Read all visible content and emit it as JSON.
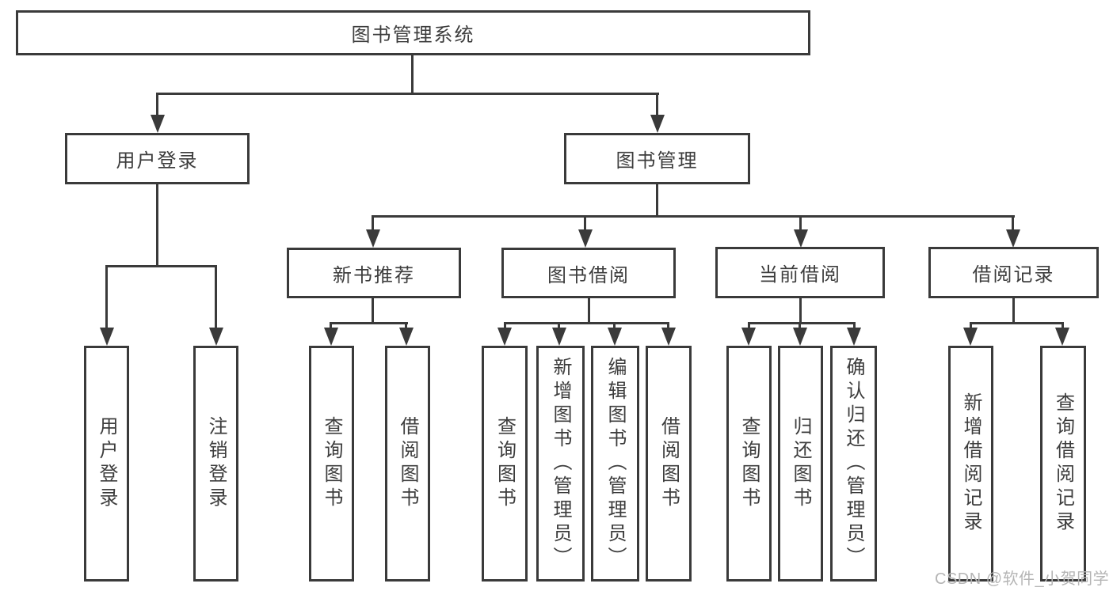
{
  "diagram": {
    "background_color": "#ffffff",
    "line_color": "#3a3a3a",
    "text_color": "#3d3d3d",
    "watermark": {
      "text": "CSDN @软件_小贺同学",
      "color": "#b5b5b5"
    },
    "tree": {
      "label": "图书管理系统",
      "children": [
        {
          "label": "用户登录",
          "children": [
            {
              "label": "用户登录"
            },
            {
              "label": "注销登录"
            }
          ]
        },
        {
          "label": "图书管理",
          "children": [
            {
              "label": "新书推荐",
              "children": [
                {
                  "label": "查询图书"
                },
                {
                  "label": "借阅图书"
                }
              ]
            },
            {
              "label": "图书借阅",
              "children": [
                {
                  "label": "查询图书"
                },
                {
                  "label": "新增图书（管理员）"
                },
                {
                  "label": "编辑图书（管理员）"
                },
                {
                  "label": "借阅图书"
                }
              ]
            },
            {
              "label": "当前借阅",
              "children": [
                {
                  "label": "查询图书"
                },
                {
                  "label": "归还图书"
                },
                {
                  "label": "确认归还（管理员）"
                }
              ]
            },
            {
              "label": "借阅记录",
              "children": [
                {
                  "label": "新增借阅记录"
                },
                {
                  "label": "查询借阅记录"
                }
              ]
            }
          ]
        }
      ]
    }
  }
}
